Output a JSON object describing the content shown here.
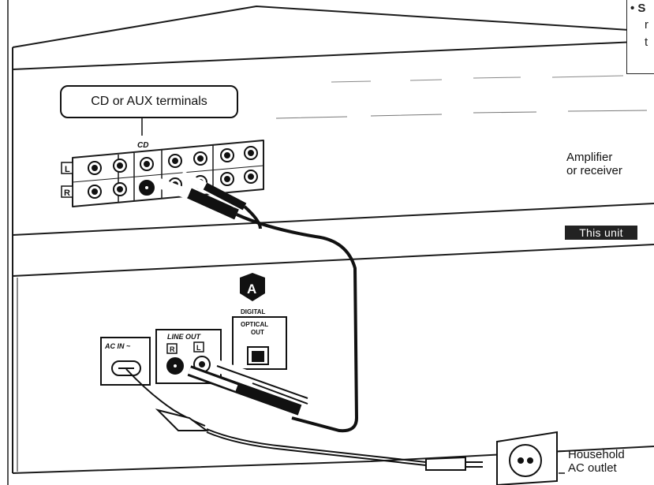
{
  "note": {
    "lines": [
      "• S",
      "r",
      "t"
    ]
  },
  "callout": {
    "text": "CD or AUX terminals"
  },
  "cd_label": "CD",
  "amplifier": {
    "line1": "Amplifier",
    "line2": "or receiver"
  },
  "this_unit": "This unit",
  "rear_panel": {
    "l_marker": "L",
    "r_marker": "R",
    "digital_icon_letter": "A",
    "digital_label": "DIGITAL",
    "optical_label_1": "OPTICAL",
    "optical_label_2": "OUT",
    "ac_in_label": "AC IN ~",
    "line_out_label": "LINE OUT",
    "line_out_r": "R",
    "line_out_l": "L"
  },
  "outlet": {
    "line1": "Household",
    "line2": "AC outlet"
  }
}
